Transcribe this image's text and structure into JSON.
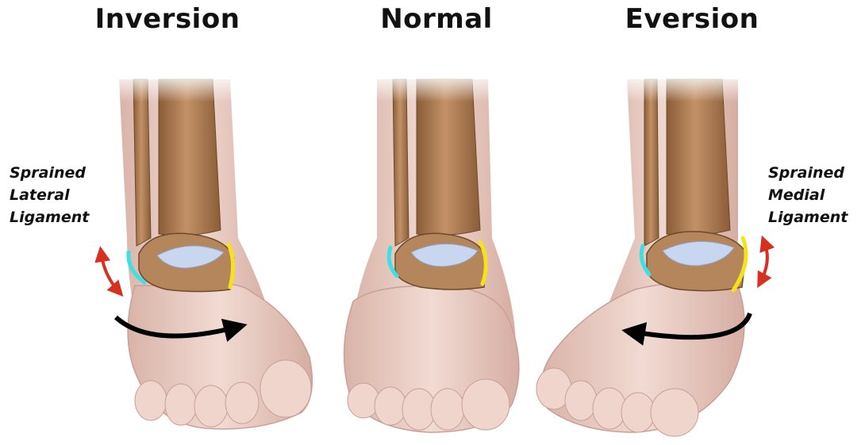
{
  "titles": {
    "inversion": "Inversion",
    "normal": "Normal",
    "eversion": "Eversion"
  },
  "labels": {
    "left": [
      "Sprained",
      "Lateral",
      "Ligament"
    ],
    "right": [
      "Sprained",
      "Medial",
      "Ligament"
    ]
  },
  "colors": {
    "skin": "#e9cfc6",
    "skin_shadow": "#c99f96",
    "bone": "#a9784e",
    "bone_dark": "#6e4a2c",
    "cartilage": "#c9d6ef",
    "lateral_ligament": "#3fe0e4",
    "medial_ligament": "#f5e21c",
    "motion_arrow": "#000000",
    "strain_arrow": "#d83020"
  },
  "icons": {
    "motion": "curved-arrow-icon",
    "strain": "double-headed-arrow-icon"
  }
}
